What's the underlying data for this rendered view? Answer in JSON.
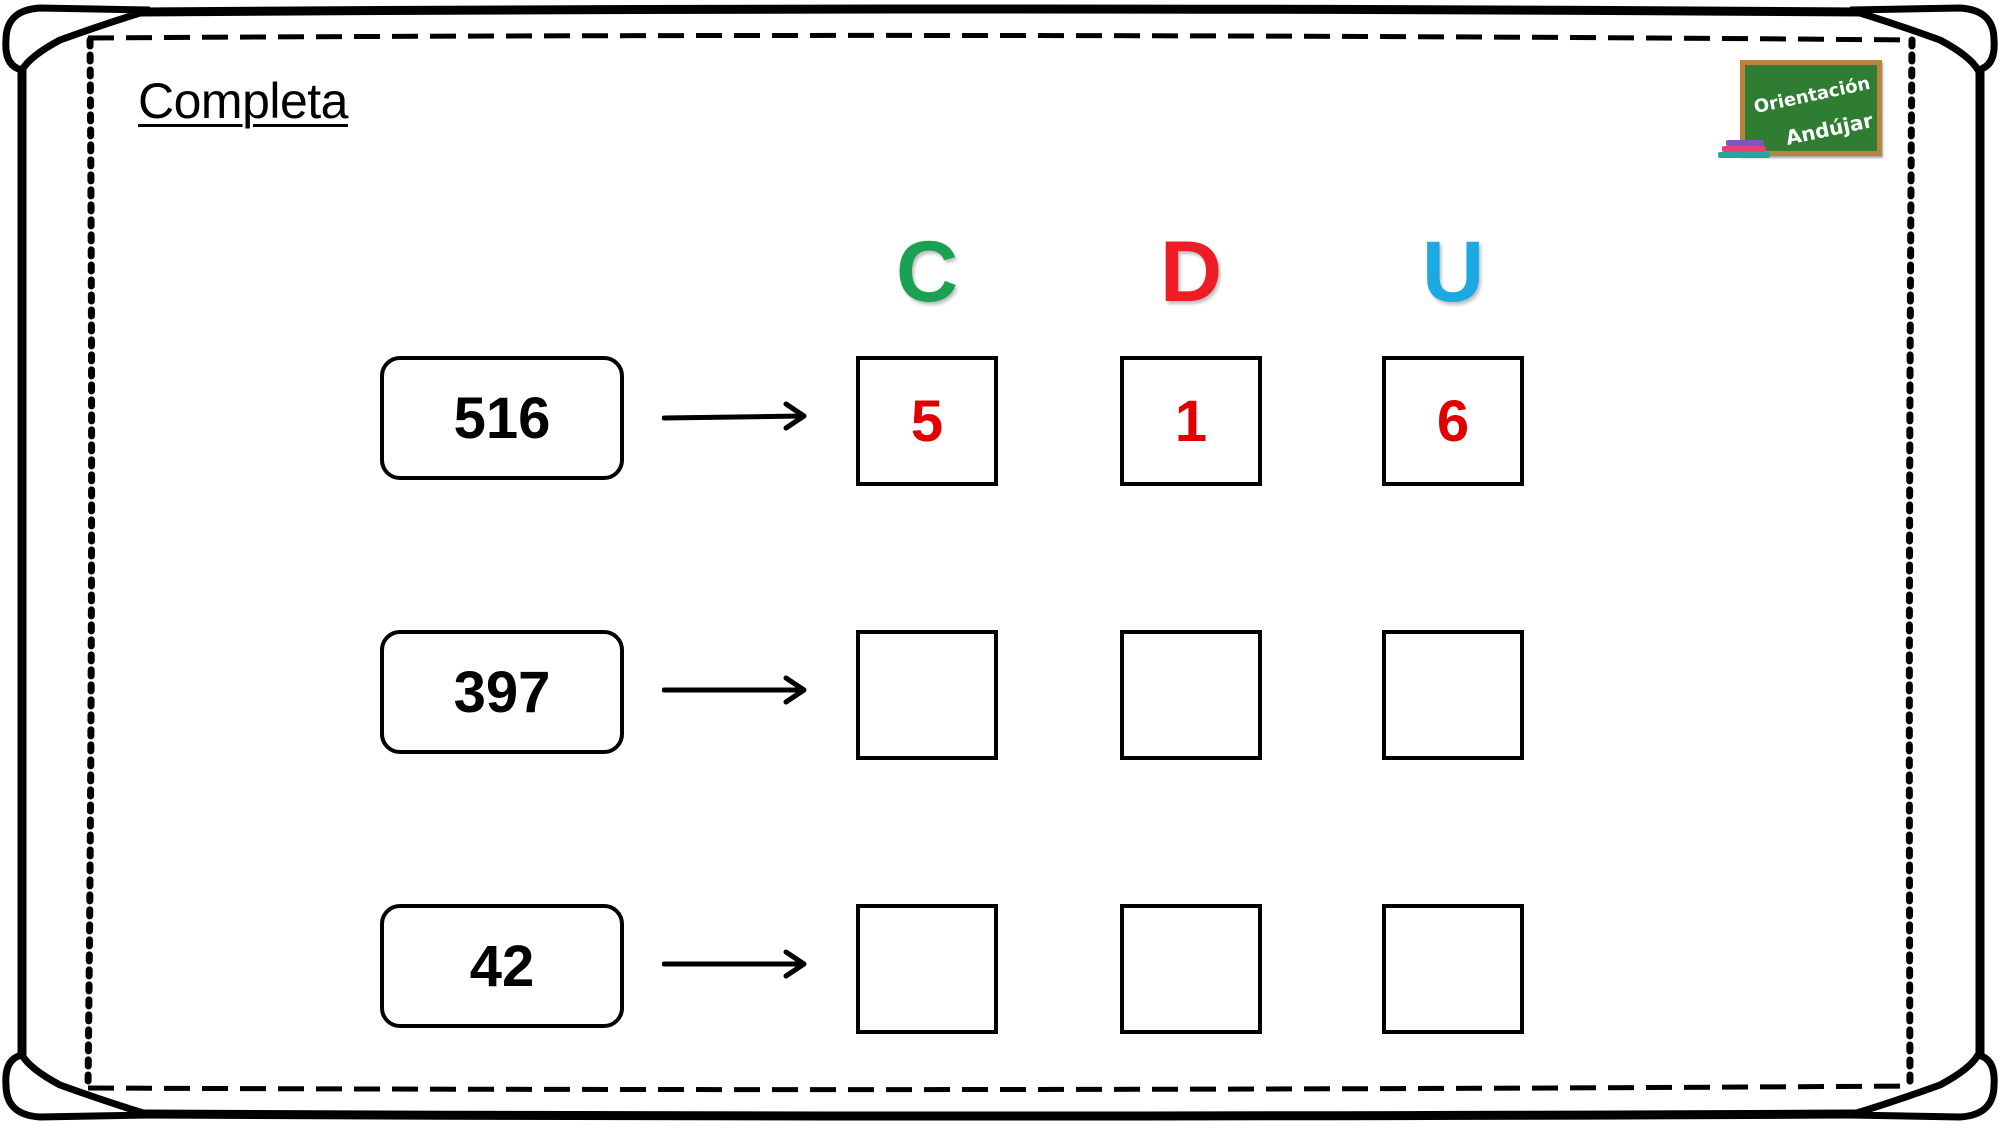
{
  "title": "Completa",
  "logo": {
    "line1": "Orientación",
    "line2": "Andújar"
  },
  "columns": [
    {
      "label": "C",
      "color": "#1aa152"
    },
    {
      "label": "D",
      "color": "#ee1c25"
    },
    {
      "label": "U",
      "color": "#1ba9e1"
    }
  ],
  "answer_color": "#e00000",
  "rows": [
    {
      "number": "516",
      "digits": [
        "5",
        "1",
        "6"
      ]
    },
    {
      "number": "397",
      "digits": [
        "",
        "",
        ""
      ]
    },
    {
      "number": "42",
      "digits": [
        "",
        "",
        ""
      ]
    }
  ]
}
